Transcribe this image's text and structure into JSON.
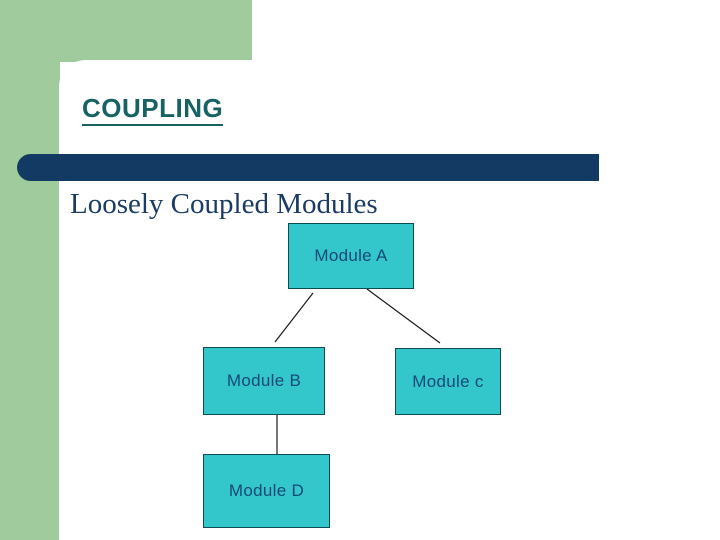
{
  "slide": {
    "title": "COUPLING",
    "subtitle": "Loosely Coupled Modules"
  },
  "diagram": {
    "nodes": [
      {
        "id": "A",
        "label": "Module A"
      },
      {
        "id": "B",
        "label": "Module B"
      },
      {
        "id": "C",
        "label": "Module c"
      },
      {
        "id": "D",
        "label": "Module D"
      }
    ],
    "edges": [
      {
        "from": "A",
        "to": "B"
      },
      {
        "from": "A",
        "to": "C"
      },
      {
        "from": "B",
        "to": "D"
      }
    ]
  },
  "colors": {
    "background_green": "#a0cb9c",
    "accent_navy": "#123a63",
    "title_teal": "#176363",
    "subtitle_navy": "#1c3c66",
    "node_fill": "#33c6cb",
    "node_border": "#0d4b57",
    "node_text": "#164a78",
    "line_color": "#1a1a1a"
  }
}
